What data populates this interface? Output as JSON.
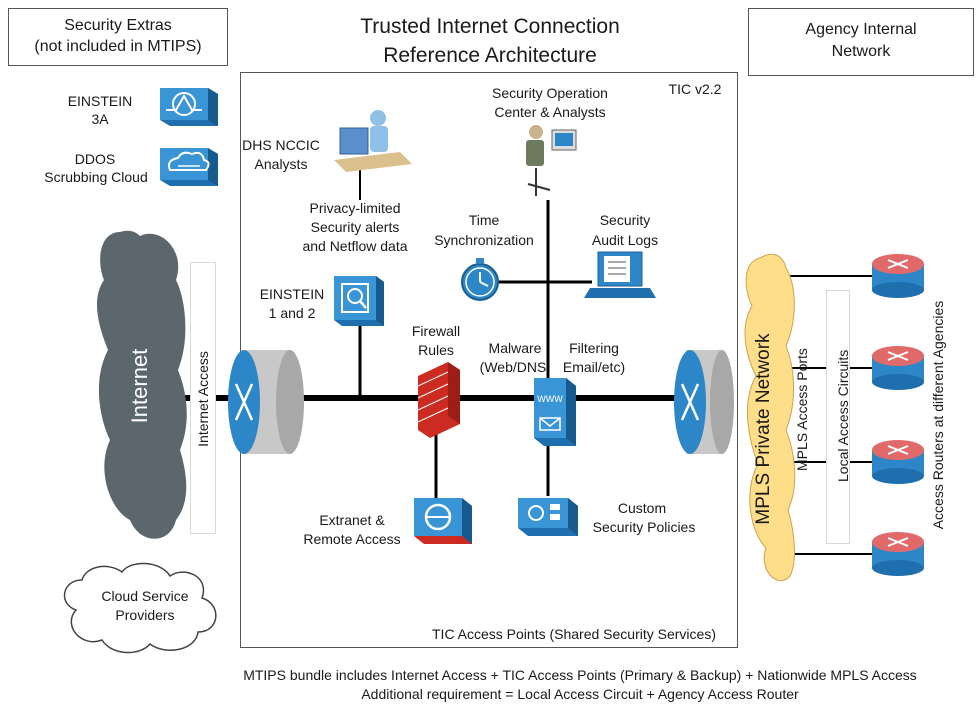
{
  "title_line1": "Trusted Internet Connection",
  "title_line2": "Reference Architecture",
  "extras": {
    "title_line1": "Security Extras",
    "title_line2": "(not included in MTIPS)",
    "einstein3a_line1": "EINSTEIN",
    "einstein3a_line2": "3A",
    "ddos_line1": "DDOS",
    "ddos_line2": "Scrubbing Cloud"
  },
  "agency_internal_line1": "Agency Internal",
  "agency_internal_line2": "Network",
  "tic_version": "TIC v2.2",
  "internet_label": "Internet",
  "internet_access_label": "Internet Access",
  "cloud_providers_line1": "Cloud Service",
  "cloud_providers_line2": "Providers",
  "dhs_line1": "DHS NCCIC",
  "dhs_line2": "Analysts",
  "privacy_line1": "Privacy-limited",
  "privacy_line2": "Security alerts",
  "privacy_line3": "and Netflow data",
  "soc_line1": "Security Operation",
  "soc_line2": "Center & Analysts",
  "time_line1": "Time",
  "time_line2": "Synchronization",
  "audit_line1": "Security",
  "audit_line2": "Audit Logs",
  "einstein12_line1": "EINSTEIN",
  "einstein12_line2": "1 and 2",
  "firewall_line1": "Firewall",
  "firewall_line2": "Rules",
  "malware_line1": "Malware",
  "malware_line2": "(Web/DNS",
  "filtering_line1": "Filtering",
  "filtering_line2": "Email/etc)",
  "extranet_line1": "Extranet &",
  "extranet_line2": "Remote Access",
  "custom_line1": "Custom",
  "custom_line2": "Security Policies",
  "tic_access_points": "TIC Access Points (Shared Security Services)",
  "mpls_network": "MPLS Private Network",
  "mpls_ports": "MPLS Access Ports",
  "local_circuits": "Local Access Circuits",
  "access_routers": "Access Routers at different Agencies",
  "footer_line1": "MTIPS bundle includes Internet Access + TIC Access Points (Primary & Backup) + Nationwide MPLS Access",
  "footer_line2": "Additional requirement = Local Access Circuit + Agency Access Router",
  "colors": {
    "blue": "#2d86c8",
    "cloud_gray": "#5c666d",
    "mpls_yellow": "#ffde8a",
    "firewall_red": "#cc2b22"
  }
}
